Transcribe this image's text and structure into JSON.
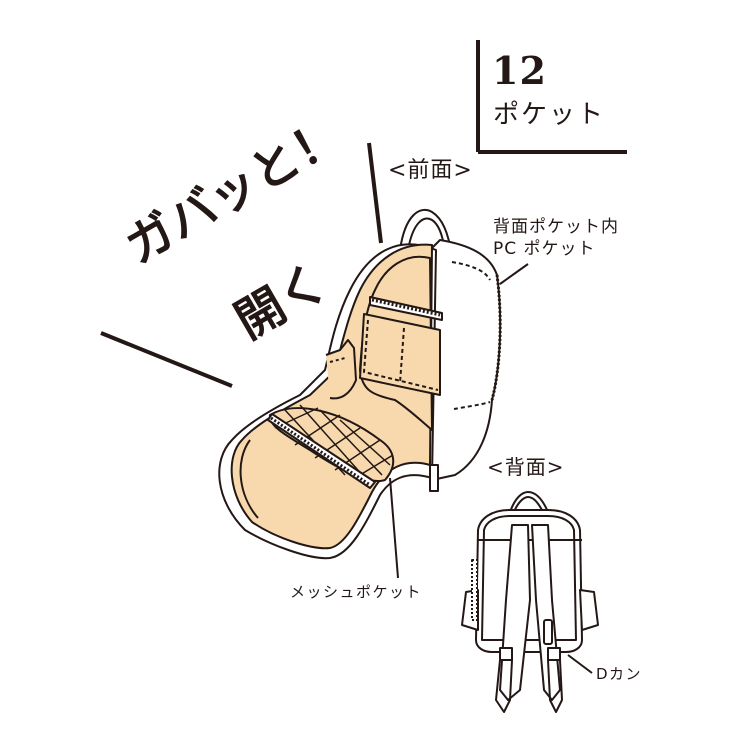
{
  "badge": {
    "count": "12",
    "label": "ポケット"
  },
  "headline": {
    "line1": "ガバッと！",
    "line2": "開く"
  },
  "views": {
    "front_title": "<前面>",
    "back_title": "<背面>"
  },
  "callouts": {
    "pc_pocket_line1": "背面ポケット内",
    "pc_pocket_line2": "PC ポケット",
    "mesh_pocket": "メッシュポケット",
    "d_ring": "Dカン"
  },
  "colors": {
    "outline": "#231815",
    "lining_fill": "#F8D9AE",
    "background": "#FFFFFF"
  }
}
